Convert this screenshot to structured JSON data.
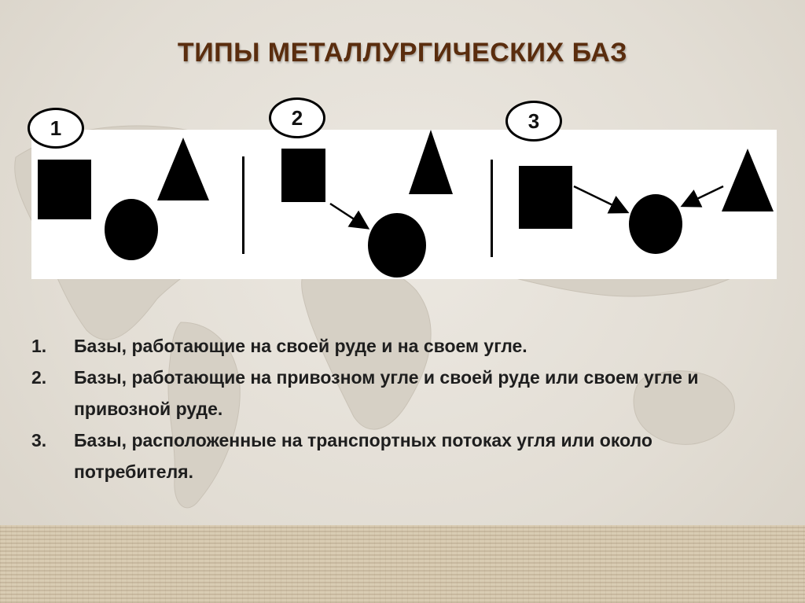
{
  "slide": {
    "title": "ТИПЫ МЕТАЛЛУРГИЧЕСКИХ БАЗ"
  },
  "diagram": {
    "badges": [
      "1",
      "2",
      "3"
    ]
  },
  "list": [
    {
      "num": "1.",
      "text": "Базы, работающие на своей руде и на своем угле."
    },
    {
      "num": "2.",
      "text": "Базы, работающие на привозном угле и своей руде или своем угле и привозной руде."
    },
    {
      "num": "3.",
      "text": "Базы, расположенные на транспортных потоках угля или около потребителя."
    }
  ]
}
